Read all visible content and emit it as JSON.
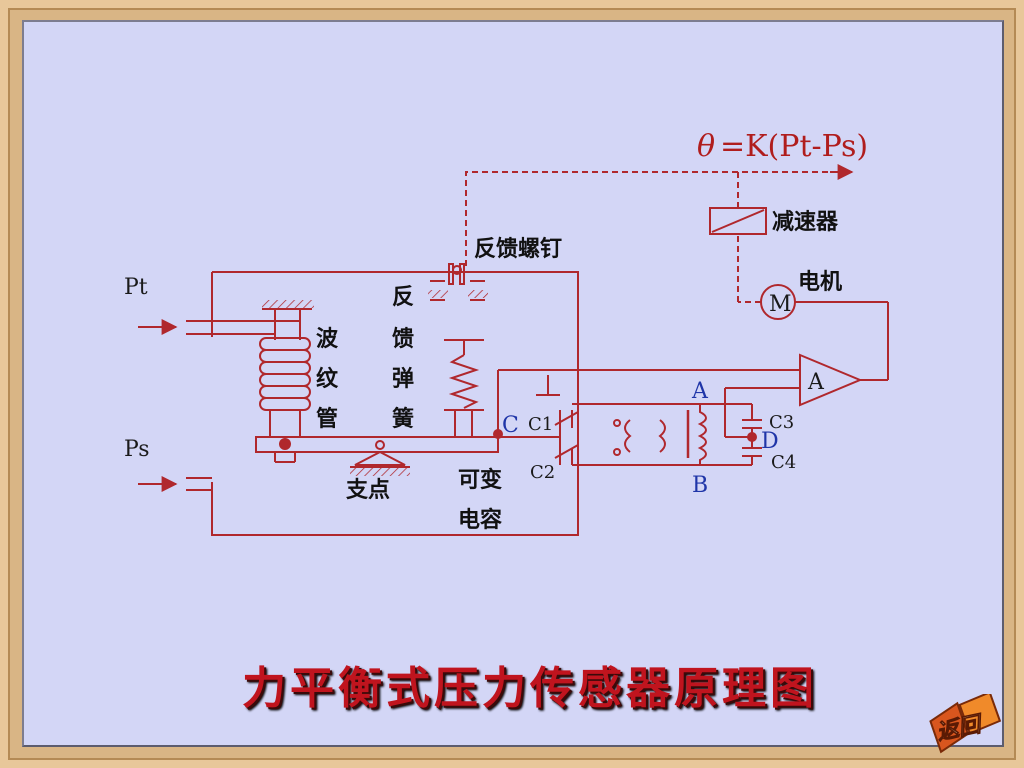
{
  "formula": {
    "theta": "θ",
    "rest": "=K(Pt-Ps)"
  },
  "labels": {
    "pt": "Pt",
    "ps": "Ps",
    "feedback_screw": "反馈螺钉",
    "reducer": "减速器",
    "motor": "电机",
    "motor_symbol": "M",
    "amplifier": "A",
    "bellows": [
      "波",
      "纹",
      "管"
    ],
    "feedback_spring": [
      "反",
      "馈",
      "弹",
      "簧"
    ],
    "pivot": "支点",
    "variable_capacitor": [
      "可变",
      "电容"
    ],
    "point_c": "C",
    "c1": "C1",
    "c2": "C2",
    "c3": "C3",
    "c4": "C4",
    "point_a": "A",
    "point_b": "B",
    "point_d": "D"
  },
  "title": "力平衡式压力传感器原理图",
  "return_button": "返回",
  "colors": {
    "wire": "#b0282d",
    "accent_blue": "#1f35a8",
    "panel": "#d3d6f6",
    "title": "#c0141e"
  }
}
